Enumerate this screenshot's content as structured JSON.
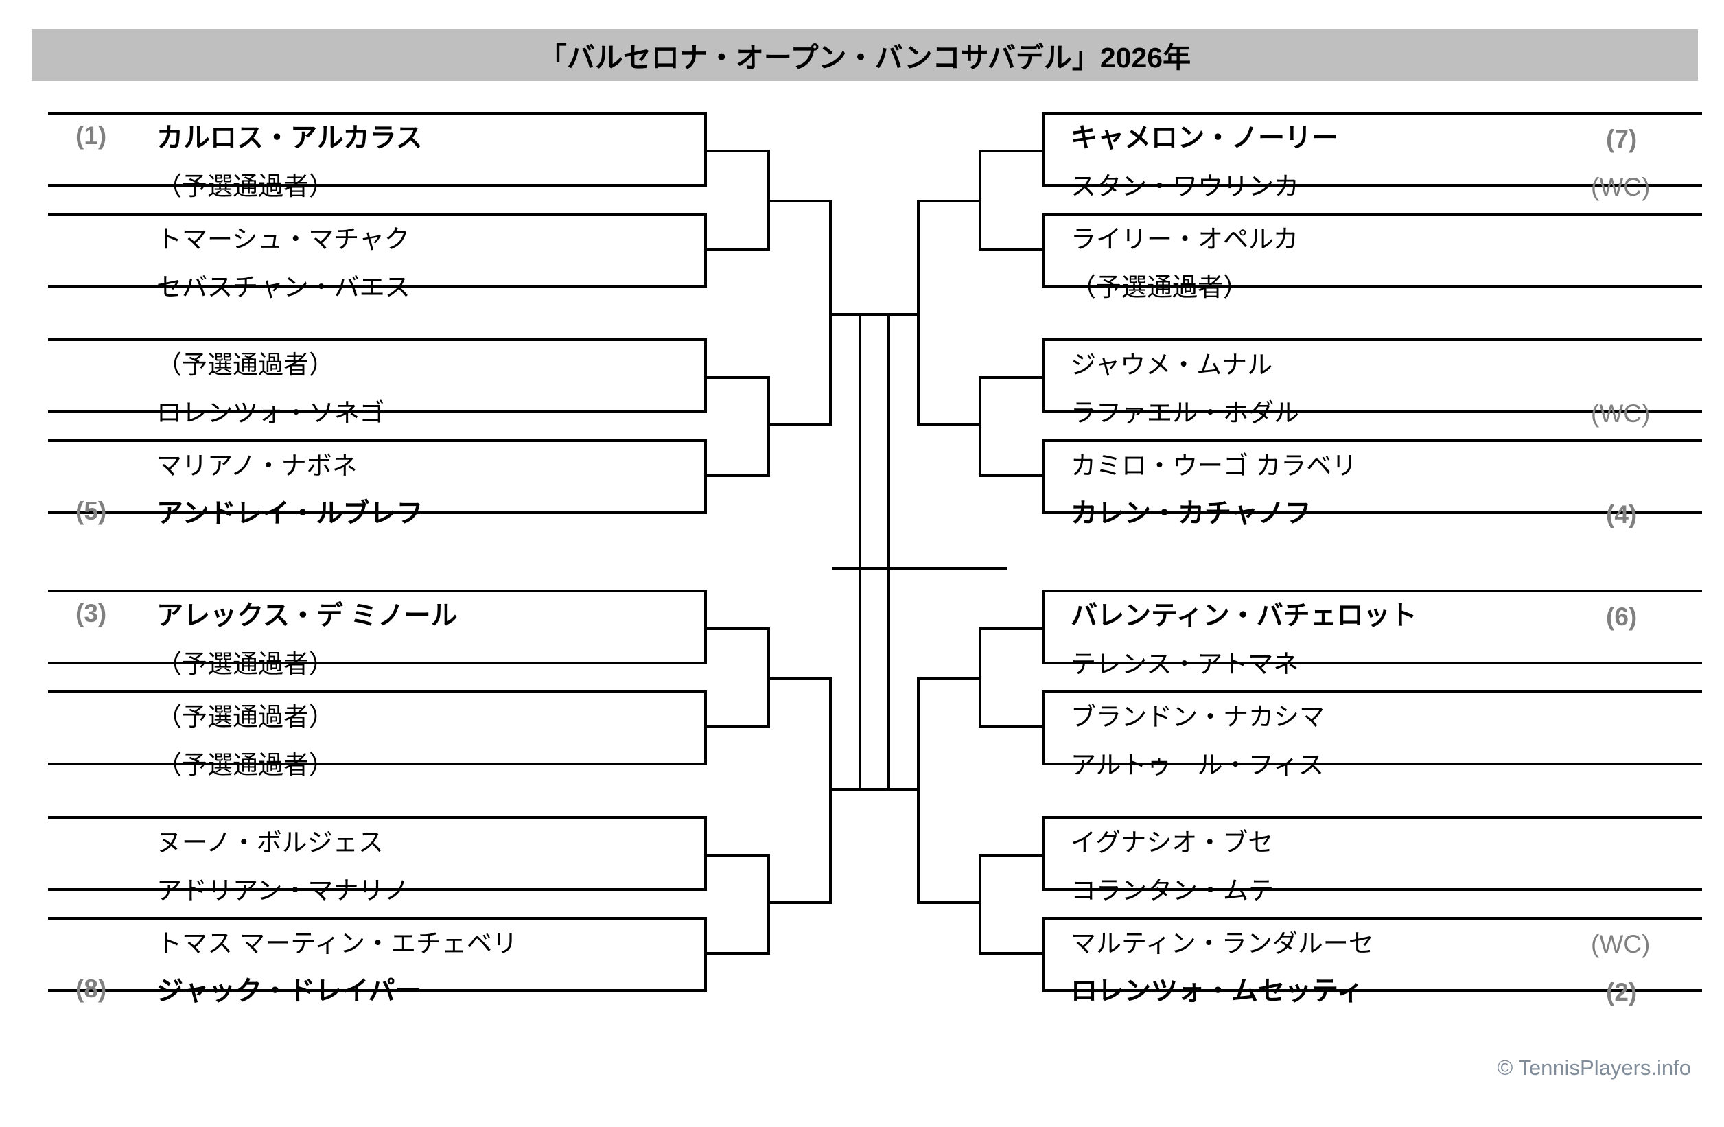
{
  "header": {
    "title": "「バルセロナ・オープン・バンコサバデル」2026年",
    "background_color": "#bfbfbf"
  },
  "footer": {
    "credit": "© TennisPlayers.info",
    "color": "#808c99"
  },
  "labels": {
    "qualifier": "（予選通過者）",
    "wildcard": "(WC)"
  },
  "colors": {
    "seed_gray": "#808080",
    "line_black": "#000000",
    "title_band": "#bfbfbf"
  },
  "bracket": {
    "left": {
      "matches": [
        {
          "id": "L1",
          "players": [
            {
              "seed": "(1)",
              "name": "カルロス・アルカラス",
              "bold": true,
              "tag": ""
            },
            {
              "seed": "",
              "name": "（予選通過者）",
              "bold": false,
              "tag": ""
            }
          ]
        },
        {
          "id": "L2",
          "players": [
            {
              "seed": "",
              "name": "トマーシュ・マチャク",
              "bold": false,
              "tag": ""
            },
            {
              "seed": "",
              "name": "セバスチャン・バエス",
              "bold": false,
              "tag": ""
            }
          ]
        },
        {
          "id": "L3",
          "players": [
            {
              "seed": "",
              "name": "（予選通過者）",
              "bold": false,
              "tag": ""
            },
            {
              "seed": "",
              "name": "ロレンツォ・ソネゴ",
              "bold": false,
              "tag": ""
            }
          ]
        },
        {
          "id": "L4",
          "players": [
            {
              "seed": "",
              "name": "マリアノ・ナボネ",
              "bold": false,
              "tag": ""
            },
            {
              "seed": "(5)",
              "name": "アンドレイ・ルブレフ",
              "bold": true,
              "tag": ""
            }
          ]
        },
        {
          "id": "L5",
          "players": [
            {
              "seed": "(3)",
              "name": "アレックス・デ ミノール",
              "bold": true,
              "tag": ""
            },
            {
              "seed": "",
              "name": "（予選通過者）",
              "bold": false,
              "tag": ""
            }
          ]
        },
        {
          "id": "L6",
          "players": [
            {
              "seed": "",
              "name": "（予選通過者）",
              "bold": false,
              "tag": ""
            },
            {
              "seed": "",
              "name": "（予選通過者）",
              "bold": false,
              "tag": ""
            }
          ]
        },
        {
          "id": "L7",
          "players": [
            {
              "seed": "",
              "name": "ヌーノ・ボルジェス",
              "bold": false,
              "tag": ""
            },
            {
              "seed": "",
              "name": "アドリアン・マナリノ",
              "bold": false,
              "tag": ""
            }
          ]
        },
        {
          "id": "L8",
          "players": [
            {
              "seed": "",
              "name": "トマス マーティン・エチェベリ",
              "bold": false,
              "tag": ""
            },
            {
              "seed": "(8)",
              "name": "ジャック・ドレイパー",
              "bold": true,
              "tag": ""
            }
          ]
        }
      ]
    },
    "right": {
      "matches": [
        {
          "id": "R1",
          "players": [
            {
              "name": "キャメロン・ノーリー",
              "bold": true,
              "tag": "(7)"
            },
            {
              "name": "スタン・ワウリンカ",
              "bold": false,
              "tag": "(WC)"
            }
          ]
        },
        {
          "id": "R2",
          "players": [
            {
              "name": "ライリー・オペルカ",
              "bold": false,
              "tag": ""
            },
            {
              "name": "（予選通過者）",
              "bold": false,
              "tag": ""
            }
          ]
        },
        {
          "id": "R3",
          "players": [
            {
              "name": "ジャウメ・ムナル",
              "bold": false,
              "tag": ""
            },
            {
              "name": "ラファエル・ホダル",
              "bold": false,
              "tag": "(WC)"
            }
          ]
        },
        {
          "id": "R4",
          "players": [
            {
              "name": "カミロ・ウーゴ カラベリ",
              "bold": false,
              "tag": ""
            },
            {
              "name": "カレン・カチャノフ",
              "bold": true,
              "tag": "(4)"
            }
          ]
        },
        {
          "id": "R5",
          "players": [
            {
              "name": "バレンティン・バチェロット",
              "bold": true,
              "tag": "(6)"
            },
            {
              "name": "テレンス・アトマネ",
              "bold": false,
              "tag": ""
            }
          ]
        },
        {
          "id": "R6",
          "players": [
            {
              "name": "ブランドン・ナカシマ",
              "bold": false,
              "tag": ""
            },
            {
              "name": "アルトゥール・フィス",
              "bold": false,
              "tag": ""
            }
          ]
        },
        {
          "id": "R7",
          "players": [
            {
              "name": "イグナシオ・ブセ",
              "bold": false,
              "tag": ""
            },
            {
              "name": "コランタン・ムテ",
              "bold": false,
              "tag": ""
            }
          ]
        },
        {
          "id": "R8",
          "players": [
            {
              "name": "マルティン・ランダルーセ",
              "bold": false,
              "tag": "(WC)"
            },
            {
              "name": "ロレンツォ・ムセッティ",
              "bold": true,
              "tag": "(2)"
            }
          ]
        }
      ]
    }
  }
}
